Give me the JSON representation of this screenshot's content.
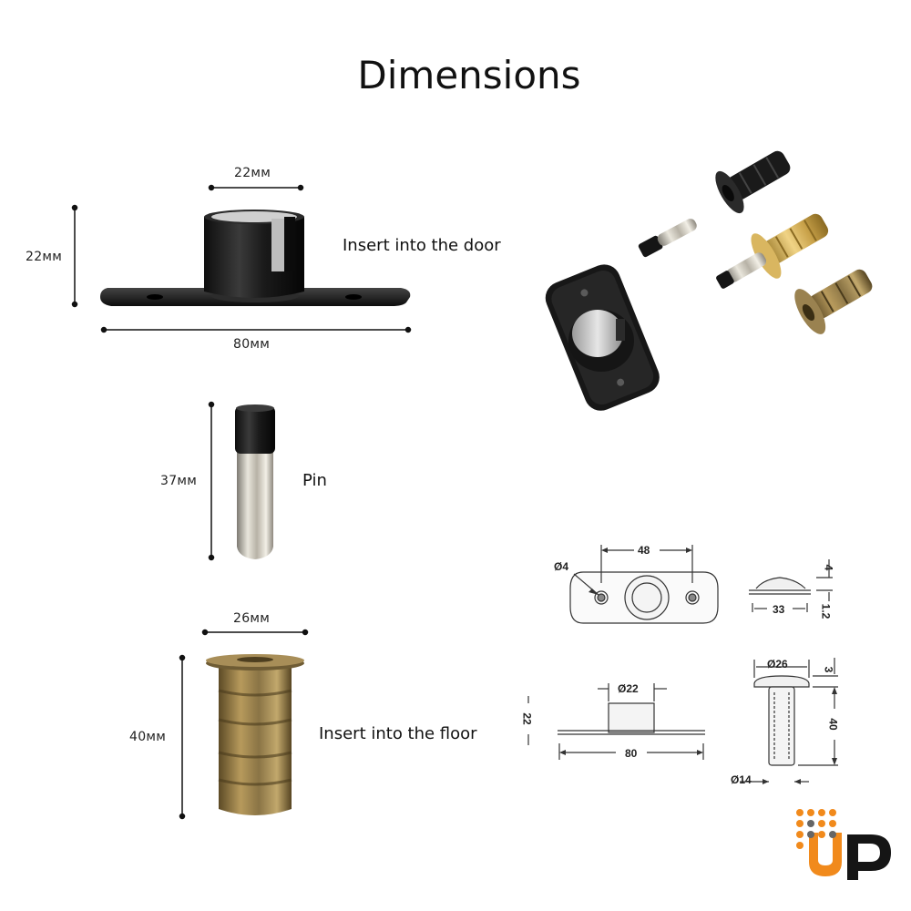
{
  "title": "Dimensions",
  "door_part": {
    "width_top": "22мм",
    "height": "22мм",
    "length": "80мм",
    "caption": "Insert into the door"
  },
  "pin": {
    "height": "37мм",
    "caption": "Pin"
  },
  "floor_part": {
    "width": "26мм",
    "height": "40мм",
    "caption": "Insert into the floor"
  },
  "technical": {
    "plate_hole": "Ø4",
    "plate_spacing": "48",
    "plate_thickness_top": "4",
    "plate_length_side": "33",
    "plate_thickness": "1.2",
    "door_inner_dia": "Ø22",
    "door_height": "22",
    "door_length": "80",
    "floor_head_dia": "Ø26",
    "floor_head_thickness": "3",
    "floor_height": "40",
    "floor_body_dia": "Ø14"
  },
  "colors": {
    "logo_orange": "#f18a1c",
    "logo_black": "#151515",
    "brass": "#c9a24a",
    "bronze": "#8a7445",
    "black_metal": "#1e1e1e"
  }
}
